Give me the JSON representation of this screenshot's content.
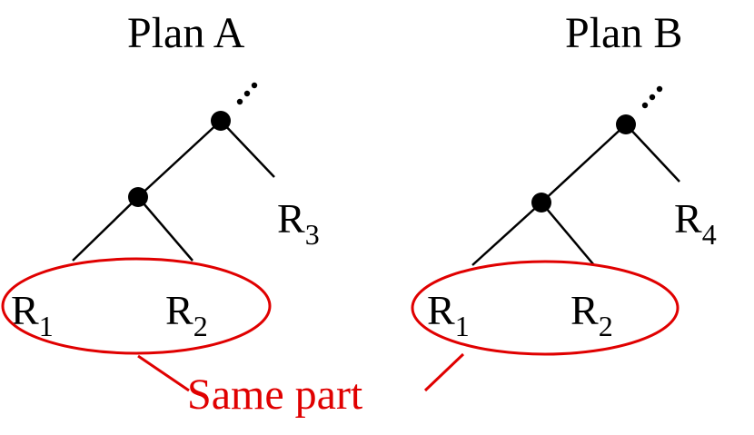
{
  "plans": [
    {
      "title": "Plan A",
      "leaves": [
        {
          "base": "R",
          "sub": "1"
        },
        {
          "base": "R",
          "sub": "2"
        },
        {
          "base": "R",
          "sub": "3"
        }
      ]
    },
    {
      "title": "Plan B",
      "leaves": [
        {
          "base": "R",
          "sub": "1"
        },
        {
          "base": "R",
          "sub": "2"
        },
        {
          "base": "R",
          "sub": "4"
        }
      ]
    }
  ],
  "annotation": {
    "text": "Same part",
    "color": "#e00000"
  },
  "colors": {
    "line": "#000000",
    "node": "#000000",
    "highlight": "#e00000"
  }
}
